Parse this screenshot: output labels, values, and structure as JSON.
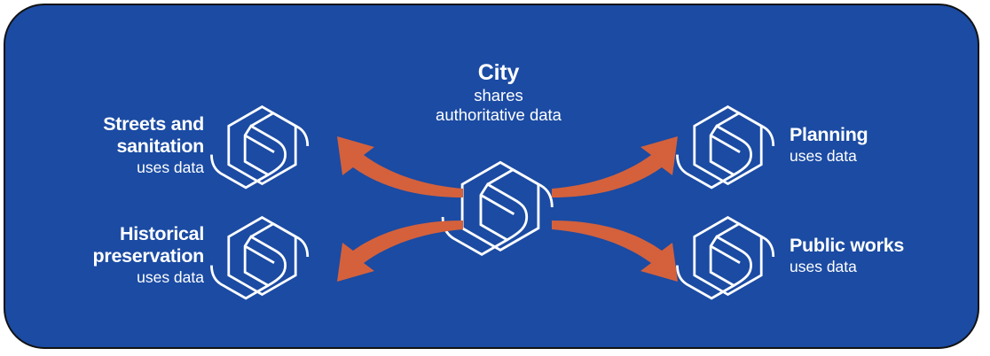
{
  "diagram": {
    "title": "City data sharing hub",
    "panel_background": "#1b4ba3",
    "panel_border": "#121212",
    "accent_arrow_color": "#d4613c",
    "mark_color": "#ffffff",
    "hub": {
      "icon": "hexagon-data-logo-icon",
      "title": "City",
      "subtitle": "shares\nauthoritative data"
    },
    "nodes": [
      {
        "id": "streets-and-sanitation",
        "icon": "hexagon-data-logo-icon",
        "title": "Streets and\nsanitation",
        "subtitle": "uses data",
        "side": "left"
      },
      {
        "id": "historical-preservation",
        "icon": "hexagon-data-logo-icon",
        "title": "Historical\npreservation",
        "subtitle": "uses data",
        "side": "left"
      },
      {
        "id": "planning",
        "icon": "hexagon-data-logo-icon",
        "title": "Planning",
        "subtitle": "uses data",
        "side": "right"
      },
      {
        "id": "public-works",
        "icon": "hexagon-data-logo-icon",
        "title": "Public works",
        "subtitle": "uses data",
        "side": "right"
      }
    ],
    "arrows": [
      {
        "id": "hub-to-streets-and-sanitation",
        "icon": "curved-arrow-icon",
        "direction": "up-left"
      },
      {
        "id": "hub-to-historical-preservation",
        "icon": "curved-arrow-icon",
        "direction": "down-left"
      },
      {
        "id": "hub-to-planning",
        "icon": "curved-arrow-icon",
        "direction": "up-right"
      },
      {
        "id": "hub-to-public-works",
        "icon": "curved-arrow-icon",
        "direction": "down-right"
      }
    ]
  }
}
